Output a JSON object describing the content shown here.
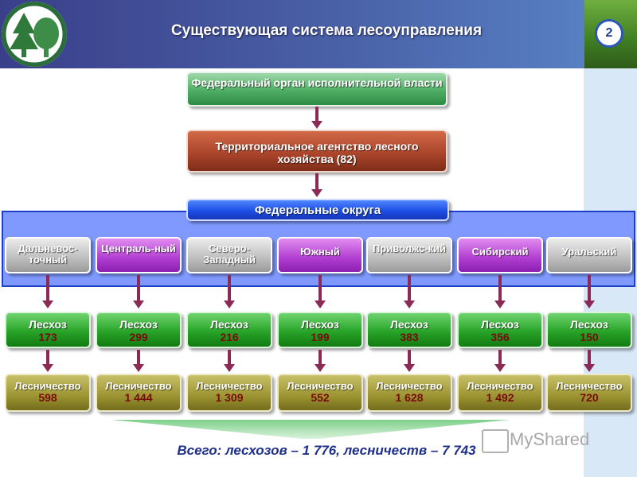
{
  "header": {
    "title": "Существующая система лесоуправления",
    "slide_number": "2"
  },
  "levels": {
    "federal_body": "Федеральный орган исполнительной власти",
    "territorial_agency": "Территориальное агентство лесного хозяйства (82)",
    "federal_districts": "Федеральные округа"
  },
  "districts": [
    {
      "name": "Дальневос-точный",
      "color": "#b5b5b5",
      "leskhoz": "173",
      "lesnichestvo": "598"
    },
    {
      "name": "Централь-ный",
      "color": "#b13dd0",
      "leskhoz": "299",
      "lesnichestvo": "1 444"
    },
    {
      "name": "Северо-Западный",
      "color": "#b5b5b5",
      "leskhoz": "216",
      "lesnichestvo": "1 309"
    },
    {
      "name": "Южный",
      "color": "#b13dd0",
      "leskhoz": "199",
      "lesnichestvo": "552"
    },
    {
      "name": "Приволжс-кий",
      "color": "#b5b5b5",
      "leskhoz": "383",
      "lesnichestvo": "1 628"
    },
    {
      "name": "Сибирский",
      "color": "#b13dd0",
      "leskhoz": "356",
      "lesnichestvo": "1 492"
    },
    {
      "name": "Уральский",
      "color": "#b5b5b5",
      "leskhoz": "150",
      "lesnichestvo": "720"
    }
  ],
  "labels": {
    "leskhoz": "Лесхоз",
    "lesnichestvo": "Лесничество"
  },
  "total": "Всего: лесхозов – 1 776, лесничеств – 7 743",
  "watermark": "MyShared",
  "icons": [
    "forest-logo-icon",
    "slide-number-badge"
  ]
}
